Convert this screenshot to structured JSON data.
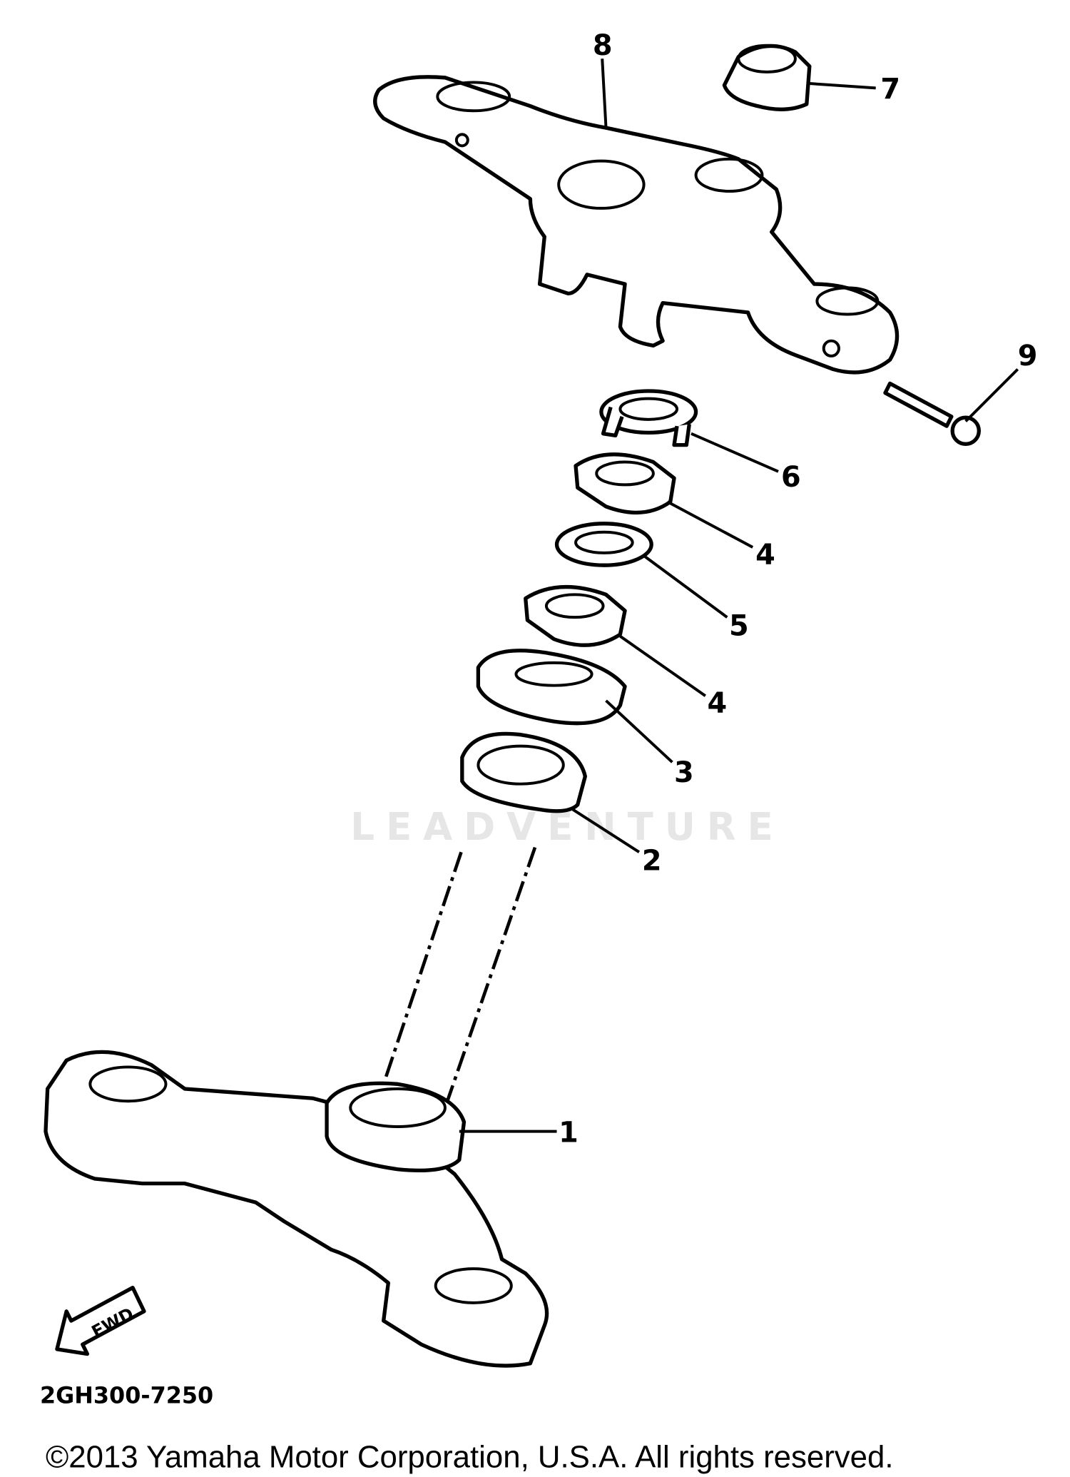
{
  "diagram": {
    "watermark": "LEADVENTURE",
    "diagram_code": "2GH300-7250",
    "fwd_label": "FWD",
    "copyright": "©2013 Yamaha Motor Corporation, U.S.A. All rights reserved.",
    "callouts": {
      "c1": "1",
      "c2": "2",
      "c3": "3",
      "c4a": "4",
      "c4b": "4",
      "c5": "5",
      "c6": "6",
      "c7": "7",
      "c8": "8",
      "c9": "9"
    }
  }
}
